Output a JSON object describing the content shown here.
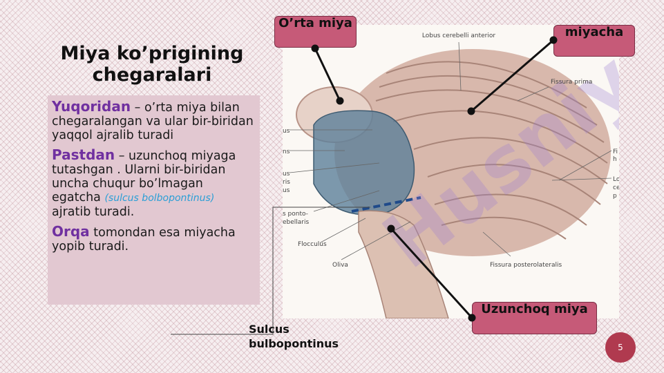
{
  "slide": {
    "title": "Miya ko’prigining chegaralari",
    "page_number": "5"
  },
  "text_panel": {
    "para1": {
      "keyword": "Yuqoridan",
      "text": " – o’rta miya bilan chegaralangan va ular bir-biridan yaqqol ajralib turadi"
    },
    "para2": {
      "keyword": "Pastdan",
      "text": " – uzunchoq miyaga tutashgan . Ularni bir-biridan uncha chuqur bo’lmagan egatcha ",
      "latin": "(sulcus bolbopontinus)",
      "text_after": " ajratib turadi."
    },
    "para3": {
      "keyword": "Orqa",
      "text": " tomondan esa miyacha yopib turadi."
    }
  },
  "callouts": {
    "orta_miya": "O’rta miya",
    "miyacha": "miyacha",
    "uzunchoq_miya": "Uzunchoq miya",
    "sulcus": "Sulcus bulbopontinus"
  },
  "image_labels": {
    "lobus_anterior": "Lobus cerebelli anterior",
    "fissura_prima": "Fissura prima",
    "flocculus": "Flocculus",
    "oliva": "Oliva",
    "fissura_posterolateralis": "Fissura posterolateralis",
    "left_1": "us",
    "left_2": "ns",
    "left_3a": "us",
    "left_3b": "ris",
    "left_3c": "us",
    "left_4a": "s ponto-",
    "left_4b": "ebellaris",
    "right_1a": "Fi",
    "right_1b": "h",
    "right_2a": "Lo",
    "right_2b": "ce",
    "right_2c": "p"
  },
  "watermark": "Husniya",
  "colors": {
    "keyword": "#7030a0",
    "latin": "#2a9fd6",
    "callout_fill": "#c65a78",
    "panel": "#e2c8d1",
    "page_badge": "#b03a4f",
    "pons_overlay": "#5c7f9a"
  }
}
